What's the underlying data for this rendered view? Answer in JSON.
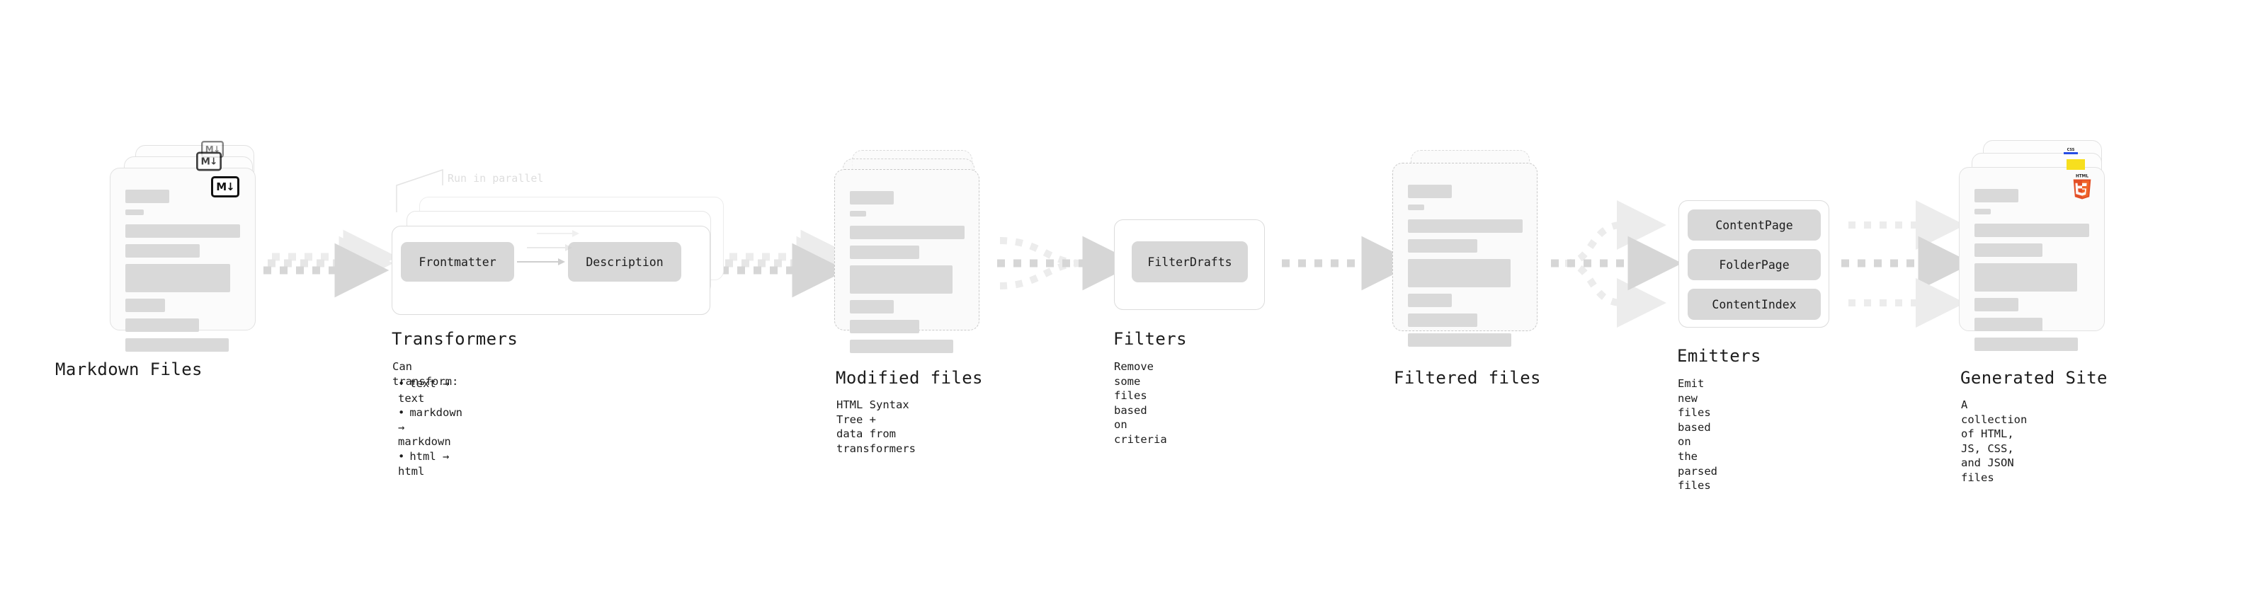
{
  "diagram": {
    "type": "pipeline",
    "stages": [
      {
        "id": "markdown-files",
        "title": "Markdown Files",
        "caption": "",
        "kind": "file-stack",
        "badge": "markdown-badge",
        "badge_text": "M↓"
      },
      {
        "id": "transformers",
        "title": "Transformers",
        "caption": "Can transform:",
        "kind": "panel-stack",
        "note": "Run in parallel",
        "chips": [
          "Frontmatter",
          "Description"
        ],
        "bullets": [
          "text → text",
          "markdown → markdown",
          "html → html"
        ]
      },
      {
        "id": "modified-files",
        "title": "Modified files",
        "caption": "HTML Syntax Tree +\ndata from transformers",
        "kind": "file-stack-dashed"
      },
      {
        "id": "filters",
        "title": "Filters",
        "caption": "Remove some files based\non criteria",
        "kind": "panel",
        "chips": [
          "FilterDrafts"
        ]
      },
      {
        "id": "filtered-files",
        "title": "Filtered files",
        "caption": "",
        "kind": "file-stack-dashed"
      },
      {
        "id": "emitters",
        "title": "Emitters",
        "caption": "Emit new files based on\nthe parsed files",
        "kind": "panel",
        "chips": [
          "ContentPage",
          "FolderPage",
          "ContentIndex"
        ]
      },
      {
        "id": "generated-site",
        "title": "Generated Site",
        "caption": "A collection of HTML,\nJS, CSS, and JSON files",
        "kind": "file-stack",
        "badges": [
          "html5-badge",
          "js-badge",
          "css-badge"
        ],
        "html5_label": "HTML",
        "html5_digit": "5",
        "css_label": "CSS"
      }
    ],
    "connectors": [
      {
        "from": "markdown-files",
        "to": "transformers",
        "style": "dotted-arrow",
        "lanes": 3
      },
      {
        "from": "transformers",
        "to": "modified-files",
        "style": "dotted-arrow",
        "lanes": 3
      },
      {
        "from": "modified-files",
        "to": "filters",
        "style": "dotted-arrow-merge",
        "lanes": 3
      },
      {
        "from": "filters",
        "to": "filtered-files",
        "style": "dotted-arrow",
        "lanes": 1
      },
      {
        "from": "filtered-files",
        "to": "emitters",
        "style": "dotted-arrow-fanout",
        "lanes": 3
      },
      {
        "from": "emitters",
        "to": "generated-site",
        "style": "dotted-arrow",
        "lanes": 3
      }
    ],
    "colors": {
      "background": "#ffffff",
      "card_fill": "#fbfbfb",
      "card_border": "#e2e2e2",
      "skeleton_line": "#d9d9d9",
      "chip_fill": "#d8d8d8",
      "arrow": "#d6d6d6",
      "text": "#1c1c1c",
      "muted_text": "#dedede",
      "html5_orange": "#e34f26",
      "html5_orange_light": "#f06529",
      "js_yellow": "#f7df1e",
      "css_blue": "#264de4"
    }
  }
}
